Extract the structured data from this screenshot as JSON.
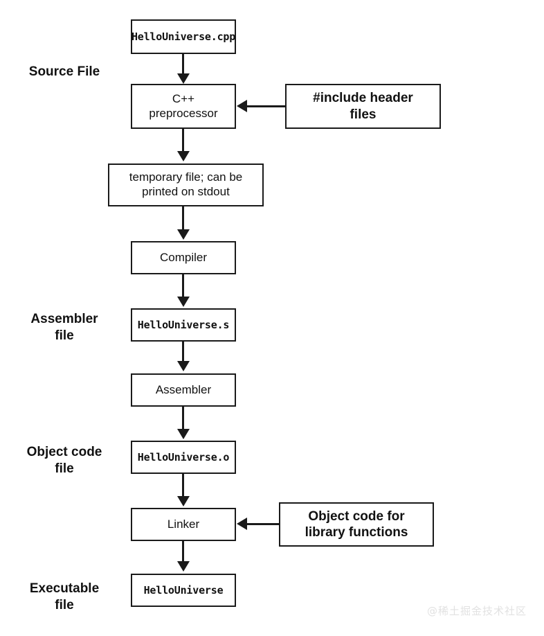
{
  "diagram": {
    "title": "C++ compilation pipeline flowchart",
    "stage_labels": [
      {
        "id": "source-file",
        "text": "Source File"
      },
      {
        "id": "assembler-file",
        "text": "Assembler\nfile"
      },
      {
        "id": "object-code-file",
        "text": "Object code\nfile"
      },
      {
        "id": "executable-file",
        "text": "Executable\nfile"
      }
    ],
    "nodes": [
      {
        "id": "hellouniverse-cpp",
        "text": "HelloUniverse.cpp",
        "style": "mono"
      },
      {
        "id": "cpp-preprocessor",
        "text": "C++\npreprocessor",
        "style": "plain"
      },
      {
        "id": "include-header-files",
        "text": "#include header\nfiles",
        "style": "strong"
      },
      {
        "id": "temporary-file",
        "text": "temporary file; can be\nprinted on stdout",
        "style": "plain"
      },
      {
        "id": "compiler",
        "text": "Compiler",
        "style": "plain"
      },
      {
        "id": "hellouniverse-s",
        "text": "HelloUniverse.s",
        "style": "mono"
      },
      {
        "id": "assembler",
        "text": "Assembler",
        "style": "plain"
      },
      {
        "id": "hellouniverse-o",
        "text": "HelloUniverse.o",
        "style": "mono"
      },
      {
        "id": "linker",
        "text": "Linker",
        "style": "plain"
      },
      {
        "id": "object-code-library",
        "text": "Object code for\nlibrary functions",
        "style": "strong"
      },
      {
        "id": "hellouniverse-exe",
        "text": "HelloUniverse",
        "style": "mono"
      }
    ],
    "colors": {
      "border": "#1a1a1a",
      "text": "#111111",
      "background": "#ffffff",
      "watermark": "#e2e2e2"
    }
  },
  "watermark": {
    "text": "@稀土掘金技术社区"
  }
}
